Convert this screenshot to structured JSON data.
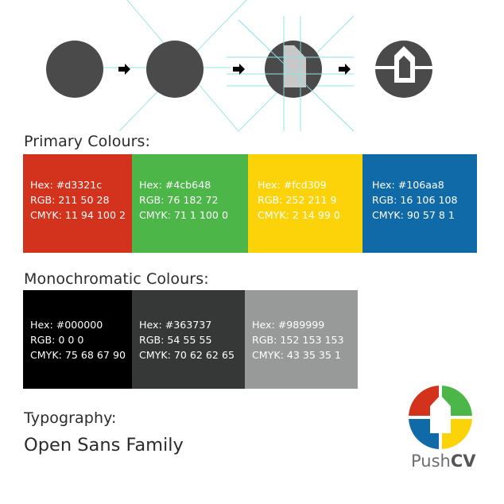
{
  "sections": {
    "primary_title": "Primary Colours:",
    "mono_title": "Monochromatic  Colours:",
    "typography_title": "Typography:"
  },
  "typography": {
    "family": "Open Sans Family"
  },
  "primary_colours": [
    {
      "hex": "Hex: #d3321c",
      "rgb": "RGB: 211 50 28",
      "cmyk": "CMYK: 11 94 100 2",
      "bg": "#d3321c",
      "fg": "#ffffff"
    },
    {
      "hex": "Hex: #4cb648",
      "rgb": "RGB: 76 182 72",
      "cmyk": "CMYK: 71 1 100 0",
      "bg": "#4cb648",
      "fg": "#ffffff"
    },
    {
      "hex": "Hex: #fcd309",
      "rgb": "RGB: 252 211 9",
      "cmyk": "CMYK: 2 14 99 0",
      "bg": "#fcd309",
      "fg": "#ffffff"
    },
    {
      "hex": "Hex: #106aa8",
      "rgb": "RGB: 16 106 108",
      "cmyk": "CMYK: 90 57 8 1",
      "bg": "#106aa8",
      "fg": "#ffffff"
    }
  ],
  "mono_colours": [
    {
      "hex": "Hex: #000000",
      "rgb": "RGB: 0 0 0",
      "cmyk": "CMYK: 75 68 67 90",
      "bg": "#000000",
      "fg": "#ffffff"
    },
    {
      "hex": "Hex: #363737",
      "rgb": "RGB: 54 55 55",
      "cmyk": "CMYK: 70 62 62 65",
      "bg": "#363737",
      "fg": "#ffffff"
    },
    {
      "hex": "Hex: #989999",
      "rgb": "RGB: 152 153 153",
      "cmyk": "CMYK: 43 35 35 1",
      "bg": "#989999",
      "fg": "#ffffff"
    }
  ],
  "brand": {
    "name_light": "Push",
    "name_bold": "CV"
  },
  "logo_colors": [
    "#d3321c",
    "#4cb648",
    "#fcd309",
    "#106aa8"
  ],
  "construction_colors": {
    "circle": "#4a4a4b",
    "guides": "#8ee3e6",
    "arrow": "#000000",
    "house_fill": "#c8c8c8"
  }
}
